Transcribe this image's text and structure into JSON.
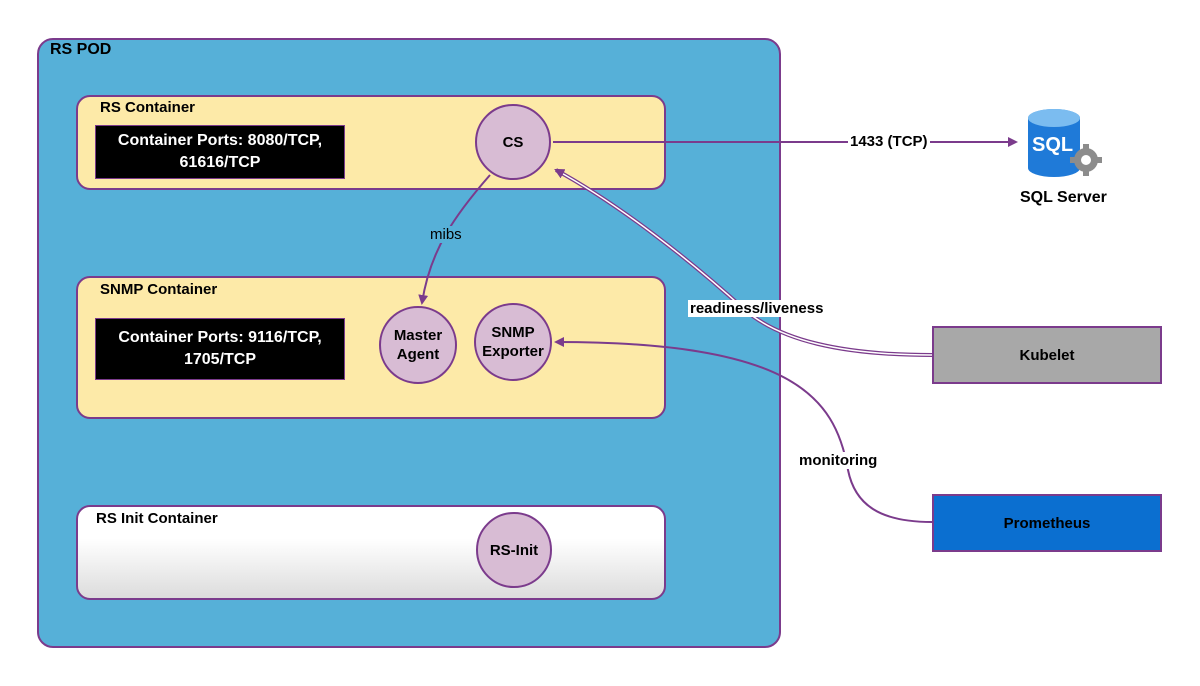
{
  "pod": {
    "label": "RS POD"
  },
  "rs_container": {
    "title": "RS Container",
    "ports_line1": "Container Ports: 8080/TCP,",
    "ports_line2": "61616/TCP",
    "cs_label": "CS"
  },
  "snmp_container": {
    "title": "SNMP Container",
    "ports_line1": "Container Ports: 9116/TCP,",
    "ports_line2": "1705/TCP",
    "master_agent_line1": "Master",
    "master_agent_line2": "Agent",
    "exporter_line1": "SNMP",
    "exporter_line2": "Exporter"
  },
  "init_container": {
    "title": "RS Init Container",
    "rs_init_label": "RS-Init"
  },
  "external": {
    "sql_server_label": "SQL Server",
    "sql_icon_text": "SQL",
    "kubelet_label": "Kubelet",
    "prometheus_label": "Prometheus"
  },
  "edges": {
    "cs_to_sql": "1433 (TCP)",
    "cs_to_master": "mibs",
    "kubelet_to_cs": "readiness/liveness",
    "prometheus_to_exporter": "monitoring"
  },
  "colors": {
    "pod_fill": "#56b0d8",
    "container_fill": "#fdeaa8",
    "border_purple": "#7b3b8c",
    "node_fill": "#d8bcd4",
    "kubelet_fill": "#a8a8a8",
    "prometheus_fill": "#0b6fd0",
    "sql_icon_blue": "#1f7ad8"
  }
}
